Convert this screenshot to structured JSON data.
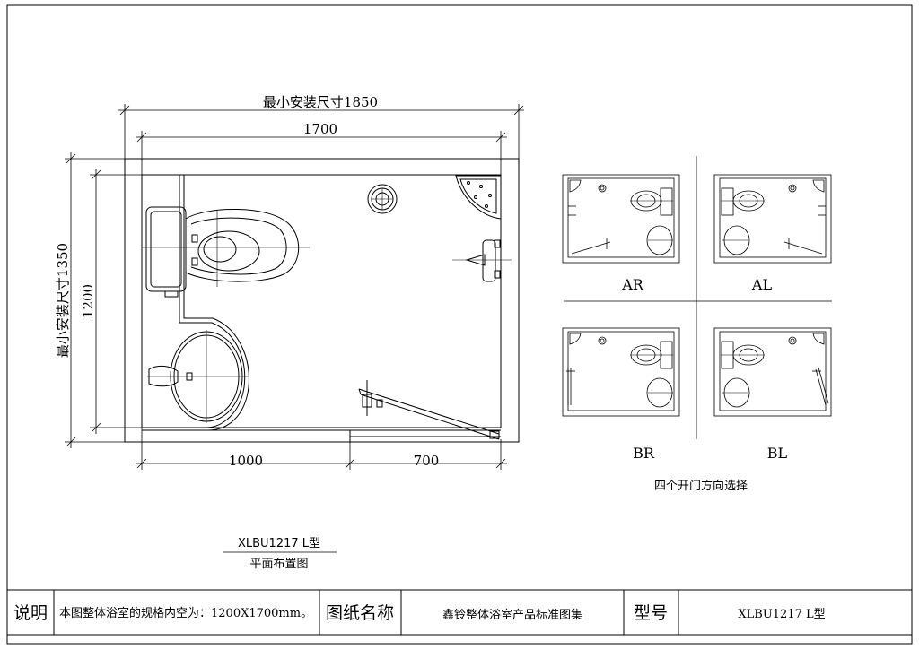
{
  "drawing": {
    "dimensions": {
      "min_install_width": "最小安装尺寸1850",
      "inner_width": "1700",
      "min_install_depth": "最小安装尺寸1350",
      "inner_depth": "1200",
      "left_segment": "1000",
      "right_segment": "700"
    },
    "variants": {
      "ar": "AR",
      "al": "AL",
      "br": "BR",
      "bl": "BL",
      "caption": "四个开门方向选择"
    },
    "model_title": "XLBU1217  L型",
    "plan_title": "平面布置图"
  },
  "title_block": {
    "notes_label": "说明",
    "notes_text": "本图整体浴室的规格内空为：1200X1700mm。",
    "drawing_name_label": "图纸名称",
    "drawing_name": "鑫铃整体浴室产品标准图集",
    "model_label": "型号",
    "model_value": "XLBU1217  L型"
  }
}
